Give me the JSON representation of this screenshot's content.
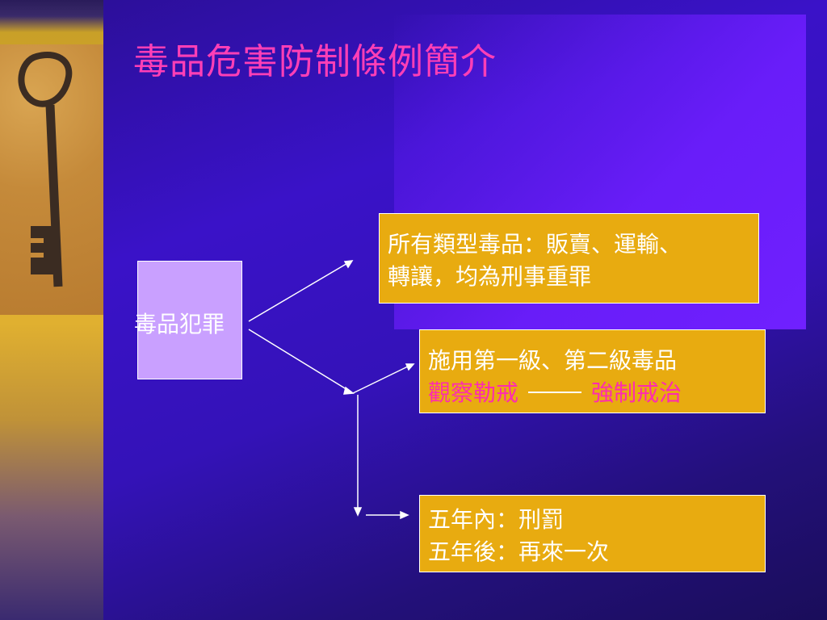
{
  "slide": {
    "title": "毒品危害防制條例簡介",
    "root": {
      "label": "毒品犯罪"
    },
    "branches": [
      {
        "lines": [
          "所有類型毒品：販賣、運輸、",
          "轉讓，均為刑事重罪"
        ]
      },
      {
        "line1": "施用第一級、第二級毒品",
        "left_highlight": "觀察勒戒",
        "right_highlight": "強制戒治"
      },
      {
        "lines": [
          "五年內：刑罰",
          "五年後：再來一次"
        ]
      }
    ],
    "colors": {
      "title": "#ff3fb6",
      "highlight": "#ff2ab0",
      "gold_box": "#e8ab10",
      "root_box": "#c9a0ff",
      "background": "#3a12c8"
    }
  }
}
